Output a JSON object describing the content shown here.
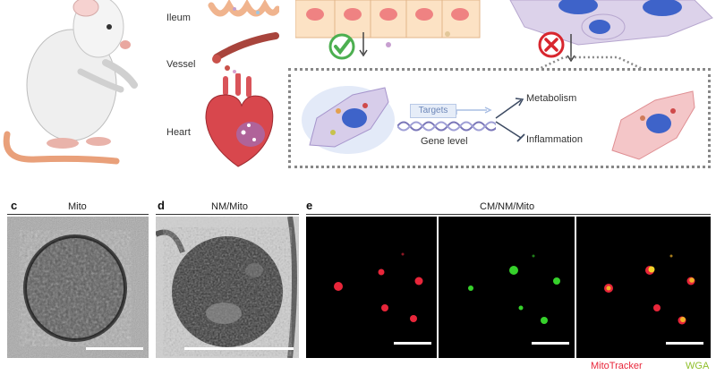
{
  "schematic": {
    "organ_labels": {
      "ileum": "Ileum",
      "vessel": "Vessel",
      "heart": "Heart"
    },
    "pathway": {
      "targets": "Targets",
      "gene_level": "Gene level",
      "metabolism": "Metabolism",
      "inflammation": "Inflammation"
    }
  },
  "panels": {
    "c": {
      "letter": "c",
      "title": "Mito"
    },
    "d": {
      "letter": "d",
      "title": "NM/Mito"
    },
    "e": {
      "letter": "e",
      "title": "CM/NM/Mito"
    }
  },
  "legend": {
    "mitotracker": "MitoTracker",
    "wga": "WGA"
  },
  "colors": {
    "mitotracker": "#e8263a",
    "wga": "#8fbf2a",
    "check_green": "#4caf50",
    "cross_red": "#d8262e"
  }
}
